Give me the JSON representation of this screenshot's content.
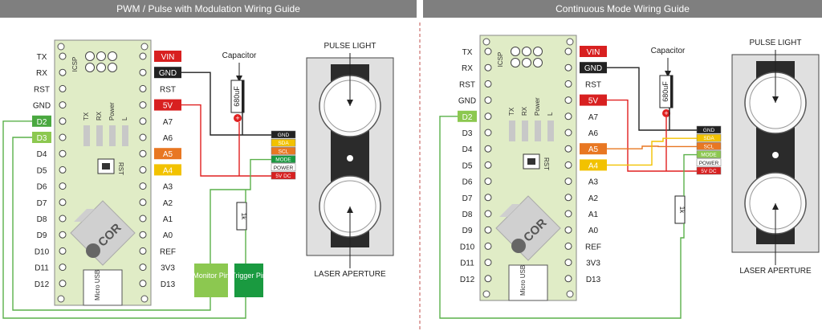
{
  "colors": {
    "banner": "#7f7f7f",
    "board": "#e0ecc6",
    "wire_red": "#e02020",
    "wire_green": "#5ab04a",
    "wire_yellow": "#f2c200",
    "wire_orange": "#e87722",
    "wire_black": "#222222",
    "label_red": "#d82020",
    "label_dark": "#222222",
    "label_green": "#4aa840",
    "label_lightgreen": "#8cc850",
    "label_orange": "#e87722",
    "label_yellow": "#f2c200",
    "trigger_green": "#1a9a40"
  },
  "left": {
    "title": "PWM / Pulse with Modulation Wiring Guide",
    "board": {
      "icsp": "ICSP",
      "leds": [
        "TX",
        "RX",
        "Power",
        "L"
      ],
      "reset": "RST",
      "usb": "Micro USB",
      "logo": "COR"
    },
    "pins_left": [
      "TX",
      "RX",
      "RST",
      "GND",
      "D2",
      "D3",
      "D4",
      "D5",
      "D6",
      "D7",
      "D8",
      "D9",
      "D10",
      "D11",
      "D12"
    ],
    "pins_right": [
      "VIN",
      "GND",
      "RST",
      "5V",
      "A7",
      "A6",
      "A5",
      "A4",
      "A3",
      "A2",
      "A1",
      "A0",
      "REF",
      "3V3",
      "D13"
    ],
    "capacitor_label": "Capacitor",
    "capacitor_value": "680uF",
    "resistor_value": "1k",
    "sensor": {
      "pins": [
        "GND",
        "SDA",
        "SCL",
        "MODE",
        "POWER",
        "5V DC"
      ],
      "top_label": "PULSE LIGHT",
      "bottom_label": "LASER APERTURE"
    },
    "monitor_pin": "Monitor Pin",
    "trigger_pin": "Trigger Pin"
  },
  "right": {
    "title": "Continuous Mode Wiring Guide",
    "board": {
      "icsp": "ICSP",
      "leds": [
        "TX",
        "RX",
        "Power",
        "L"
      ],
      "reset": "RST",
      "usb": "Micro USB",
      "logo": "COR"
    },
    "pins_left": [
      "TX",
      "RX",
      "RST",
      "GND",
      "D2",
      "D3",
      "D4",
      "D5",
      "D6",
      "D7",
      "D8",
      "D9",
      "D10",
      "D11",
      "D12"
    ],
    "pins_right": [
      "VIN",
      "GND",
      "RST",
      "5V",
      "A7",
      "A6",
      "A5",
      "A4",
      "A3",
      "A2",
      "A1",
      "A0",
      "REF",
      "3V3",
      "D13"
    ],
    "capacitor_label": "Capacitor",
    "capacitor_value": "680uF",
    "resistor_value": "1k",
    "sensor": {
      "pins": [
        "GND",
        "SDA",
        "SCL",
        "MODE",
        "POWER",
        "5V DC"
      ],
      "top_label": "PULSE LIGHT",
      "bottom_label": "LASER APERTURE"
    }
  }
}
